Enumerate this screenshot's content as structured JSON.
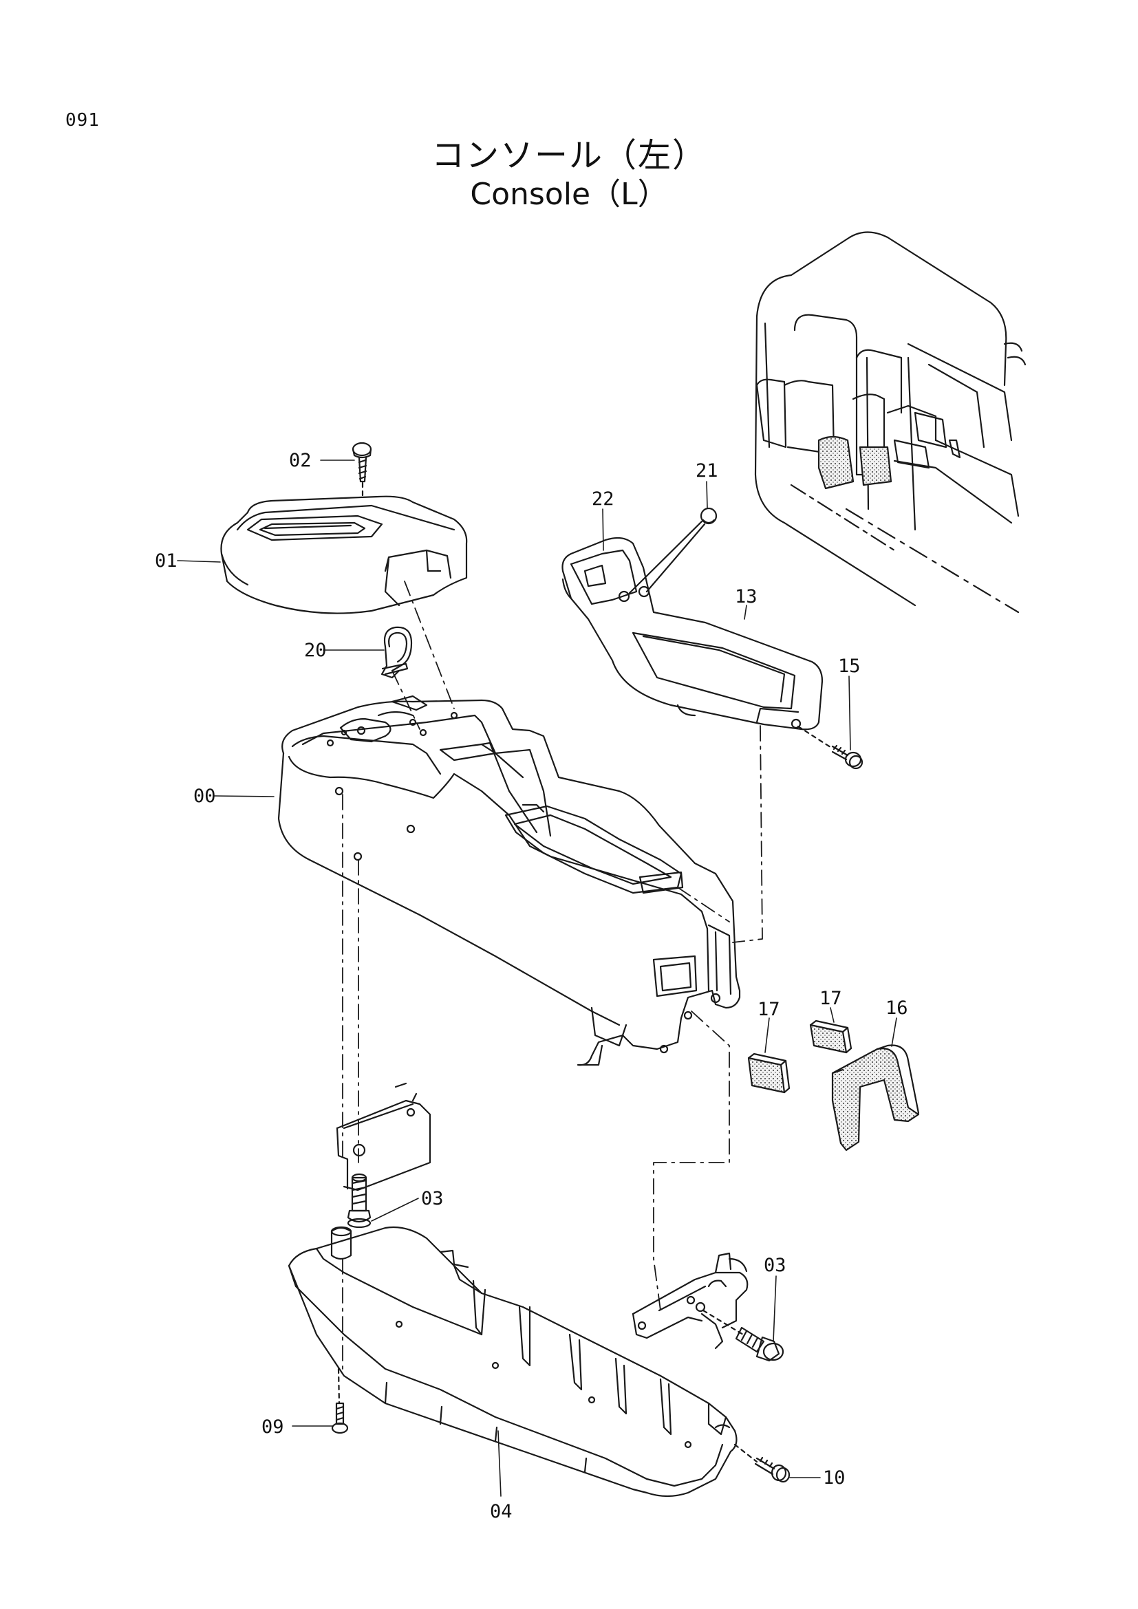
{
  "page": {
    "code": "091",
    "title_ja": "コンソール（左）",
    "title_en": "Console（L）"
  },
  "callouts": [
    {
      "id": "c-00",
      "label": "00"
    },
    {
      "id": "c-01",
      "label": "01"
    },
    {
      "id": "c-02",
      "label": "02"
    },
    {
      "id": "c-03a",
      "label": "03"
    },
    {
      "id": "c-03b",
      "label": "03"
    },
    {
      "id": "c-04",
      "label": "04"
    },
    {
      "id": "c-09",
      "label": "09"
    },
    {
      "id": "c-10",
      "label": "10"
    },
    {
      "id": "c-13",
      "label": "13"
    },
    {
      "id": "c-15",
      "label": "15"
    },
    {
      "id": "c-16",
      "label": "16"
    },
    {
      "id": "c-17a",
      "label": "17"
    },
    {
      "id": "c-17b",
      "label": "17"
    },
    {
      "id": "c-20",
      "label": "20"
    },
    {
      "id": "c-21",
      "label": "21"
    },
    {
      "id": "c-22",
      "label": "22"
    }
  ],
  "style": {
    "line_color": "#1a1a1a",
    "sponge_color": "#d9d9d9"
  }
}
